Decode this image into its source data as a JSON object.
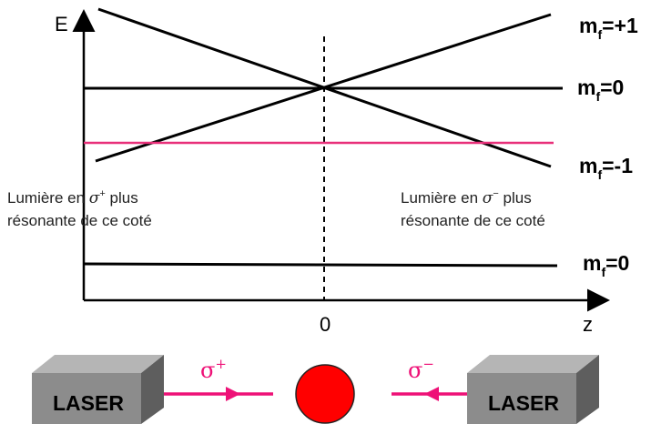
{
  "axes": {
    "y_label": "E",
    "x_label": "z",
    "origin_label": "0"
  },
  "levels": [
    {
      "m": "m",
      "sub": "f",
      "value": "=+1"
    },
    {
      "m": "m",
      "sub": "f",
      "value": "=0"
    },
    {
      "m": "m",
      "sub": "f",
      "value": "=-1"
    },
    {
      "m": "m",
      "sub": "f",
      "value": "=0"
    }
  ],
  "notes": {
    "left": {
      "line1_before": "Lumière en ",
      "symbol": "σ",
      "sup": "+",
      "line1_after": " plus",
      "line2": "résonante de ce coté"
    },
    "right": {
      "line1_before": "Lumière en ",
      "symbol": "σ",
      "sup": "−",
      "line1_after": " plus",
      "line2": "résonante de ce coté"
    }
  },
  "lasers": {
    "left": {
      "label": "LASER",
      "beam": "σ",
      "beam_sup": "+"
    },
    "right": {
      "label": "LASER",
      "beam": "σ",
      "beam_sup": "−"
    }
  },
  "colors": {
    "beam": "#ee1177",
    "resonance_line": "#e8307a",
    "atom": "#ff0000",
    "laser_face": "#8c8c8c",
    "laser_top": "#b5b5b5",
    "laser_side": "#5e5e5e"
  }
}
